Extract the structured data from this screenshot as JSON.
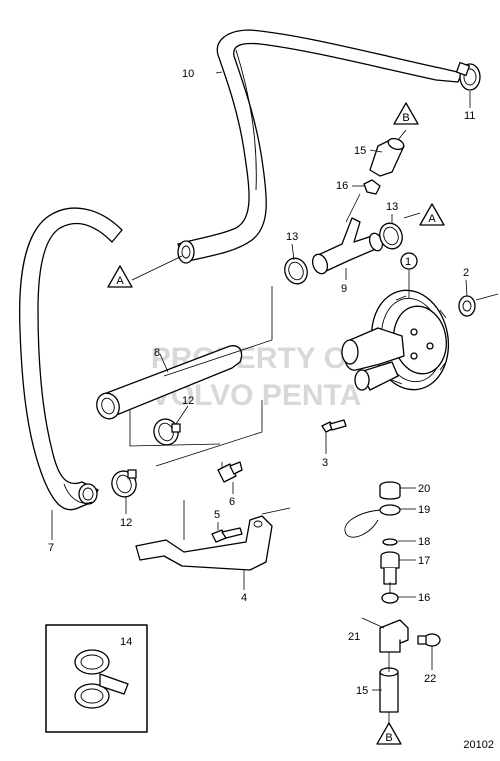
{
  "diagram": {
    "watermark_lines": [
      "PROPERTY OF",
      "VOLVO PENTA"
    ],
    "document_number": "20102",
    "reference_markers": {
      "a": "A",
      "b": "B"
    },
    "callouts": {
      "c1": "1",
      "c2": "2",
      "c3": "3",
      "c4": "4",
      "c5": "5",
      "c6": "6",
      "c7": "7",
      "c8": "8",
      "c9": "9",
      "c10": "10",
      "c11": "11",
      "c12a": "12",
      "c12b": "12",
      "c13a": "13",
      "c13b": "13",
      "c14": "14",
      "c15a": "15",
      "c15b": "15",
      "c16a": "16",
      "c16b": "16",
      "c17": "17",
      "c18": "18",
      "c19": "19",
      "c20": "20",
      "c21": "21",
      "c22": "22"
    }
  }
}
